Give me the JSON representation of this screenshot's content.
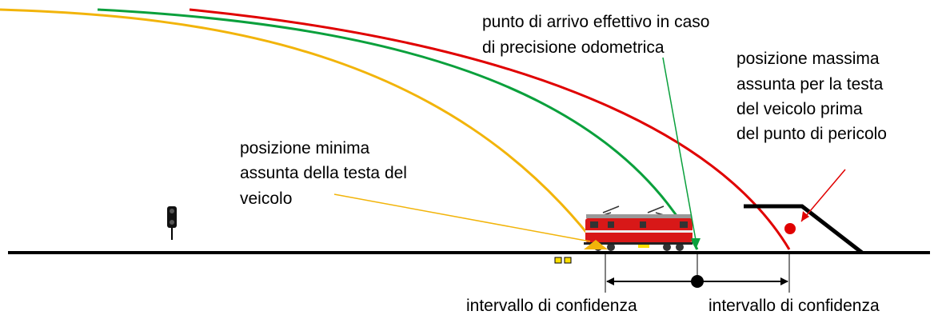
{
  "labels": {
    "arrival": [
      "punto di arrivo effettivo in caso",
      "di precisione odometrica"
    ],
    "max_position": [
      "posizione massima",
      "assunta per la testa",
      "del veicolo prima",
      "del punto di pericolo"
    ],
    "min_position": [
      "posizione minima",
      "assunta della testa del",
      "veicolo"
    ],
    "confidence_left": "intervallo di confidenza",
    "confidence_right": "intervallo di confidenza"
  },
  "colors": {
    "yellow_curve": "#f2b40a",
    "green_curve": "#0aa03c",
    "red_curve": "#e00000",
    "track": "#000000",
    "train_body": "#d81818",
    "marker_yellow": "#ffe000"
  }
}
